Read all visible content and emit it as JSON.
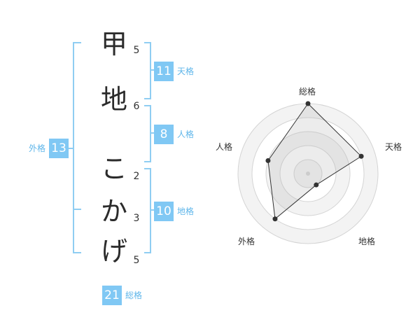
{
  "name": {
    "chars": [
      {
        "char": "甲",
        "strokes": "5"
      },
      {
        "char": "地",
        "strokes": "6"
      },
      {
        "char": "こ",
        "strokes": "2"
      },
      {
        "char": "か",
        "strokes": "3"
      },
      {
        "char": "げ",
        "strokes": "5"
      }
    ]
  },
  "kaku": {
    "tenkaku": {
      "value": "11",
      "label": "天格"
    },
    "jinkaku": {
      "value": "8",
      "label": "人格"
    },
    "chikaku": {
      "value": "10",
      "label": "地格"
    },
    "gaikaku": {
      "value": "13",
      "label": "外格"
    },
    "soukaku": {
      "value": "21",
      "label": "総格"
    }
  },
  "colors": {
    "accent": "#80c8f4",
    "bracket": "#8fcdf2",
    "label": "#5fb6ea"
  },
  "chart_data": {
    "type": "radar",
    "axes": [
      "総格",
      "天格",
      "地格",
      "外格",
      "人格"
    ],
    "values": [
      5,
      4,
      1,
      4,
      3
    ],
    "range": [
      0,
      5
    ],
    "rings": 5
  }
}
